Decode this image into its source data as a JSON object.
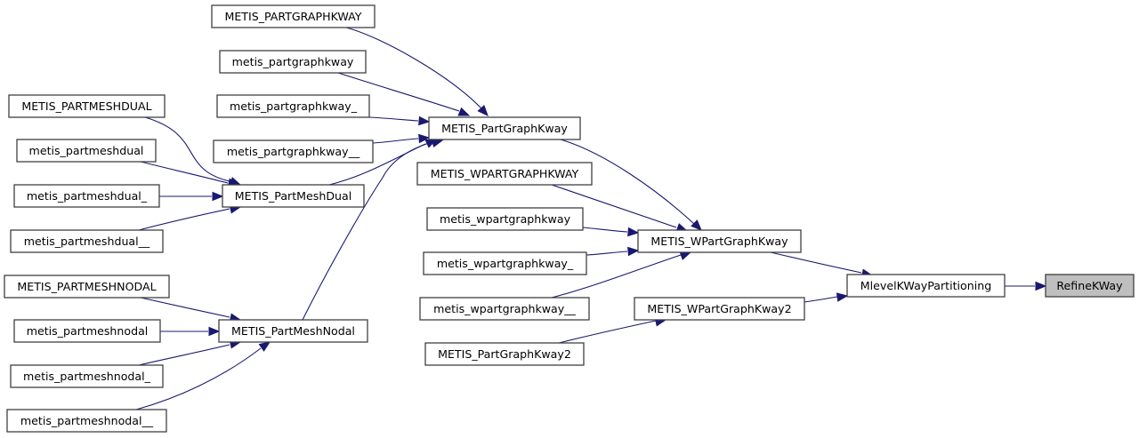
{
  "diagram": {
    "type": "caller-graph",
    "colors": {
      "edge": "#191970",
      "node_border": "#404040",
      "current_fill": "#bfbfbf",
      "node_fill": "#ffffff"
    },
    "nodes": [
      {
        "id": "METIS_PARTGRAPHKWAY",
        "label": "METIS_PARTGRAPHKWAY"
      },
      {
        "id": "metis_partgraphkway",
        "label": "metis_partgraphkway"
      },
      {
        "id": "metis_partgraphkway_",
        "label": "metis_partgraphkway_"
      },
      {
        "id": "metis_partgraphkway__",
        "label": "metis_partgraphkway__"
      },
      {
        "id": "METIS_PARTMESHDUAL",
        "label": "METIS_PARTMESHDUAL"
      },
      {
        "id": "metis_partmeshdual",
        "label": "metis_partmeshdual"
      },
      {
        "id": "metis_partmeshdual_",
        "label": "metis_partmeshdual_"
      },
      {
        "id": "metis_partmeshdual__",
        "label": "metis_partmeshdual__"
      },
      {
        "id": "METIS_PARTMESHNODAL",
        "label": "METIS_PARTMESHNODAL"
      },
      {
        "id": "metis_partmeshnodal",
        "label": "metis_partmeshnodal"
      },
      {
        "id": "metis_partmeshnodal_",
        "label": "metis_partmeshnodal_"
      },
      {
        "id": "metis_partmeshnodal__",
        "label": "metis_partmeshnodal__"
      },
      {
        "id": "METIS_PartMeshDual",
        "label": "METIS_PartMeshDual"
      },
      {
        "id": "METIS_PartMeshNodal",
        "label": "METIS_PartMeshNodal"
      },
      {
        "id": "METIS_PartGraphKway",
        "label": "METIS_PartGraphKway"
      },
      {
        "id": "METIS_WPARTGRAPHKWAY",
        "label": "METIS_WPARTGRAPHKWAY"
      },
      {
        "id": "metis_wpartgraphkway",
        "label": "metis_wpartgraphkway"
      },
      {
        "id": "metis_wpartgraphkway_",
        "label": "metis_wpartgraphkway_"
      },
      {
        "id": "metis_wpartgraphkway__",
        "label": "metis_wpartgraphkway__"
      },
      {
        "id": "METIS_PartGraphKway2",
        "label": "METIS_PartGraphKway2"
      },
      {
        "id": "METIS_WPartGraphKway",
        "label": "METIS_WPartGraphKway"
      },
      {
        "id": "METIS_WPartGraphKway2",
        "label": "METIS_WPartGraphKway2"
      },
      {
        "id": "MlevelKWayPartitioning",
        "label": "MlevelKWayPartitioning"
      },
      {
        "id": "RefineKWay",
        "label": "RefineKWay",
        "current": true
      }
    ],
    "edges": [
      {
        "from": "METIS_PARTGRAPHKWAY",
        "to": "METIS_PartGraphKway"
      },
      {
        "from": "metis_partgraphkway",
        "to": "METIS_PartGraphKway"
      },
      {
        "from": "metis_partgraphkway_",
        "to": "METIS_PartGraphKway"
      },
      {
        "from": "metis_partgraphkway__",
        "to": "METIS_PartGraphKway"
      },
      {
        "from": "METIS_PartMeshDual",
        "to": "METIS_PartGraphKway"
      },
      {
        "from": "METIS_PartMeshNodal",
        "to": "METIS_PartGraphKway"
      },
      {
        "from": "METIS_PARTMESHDUAL",
        "to": "METIS_PartMeshDual"
      },
      {
        "from": "metis_partmeshdual",
        "to": "METIS_PartMeshDual"
      },
      {
        "from": "metis_partmeshdual_",
        "to": "METIS_PartMeshDual"
      },
      {
        "from": "metis_partmeshdual__",
        "to": "METIS_PartMeshDual"
      },
      {
        "from": "METIS_PARTMESHNODAL",
        "to": "METIS_PartMeshNodal"
      },
      {
        "from": "metis_partmeshnodal",
        "to": "METIS_PartMeshNodal"
      },
      {
        "from": "metis_partmeshnodal_",
        "to": "METIS_PartMeshNodal"
      },
      {
        "from": "metis_partmeshnodal__",
        "to": "METIS_PartMeshNodal"
      },
      {
        "from": "METIS_PartGraphKway",
        "to": "METIS_WPartGraphKway"
      },
      {
        "from": "METIS_WPARTGRAPHKWAY",
        "to": "METIS_WPartGraphKway"
      },
      {
        "from": "metis_wpartgraphkway",
        "to": "METIS_WPartGraphKway"
      },
      {
        "from": "metis_wpartgraphkway_",
        "to": "METIS_WPartGraphKway"
      },
      {
        "from": "metis_wpartgraphkway__",
        "to": "METIS_WPartGraphKway"
      },
      {
        "from": "METIS_PartGraphKway2",
        "to": "METIS_WPartGraphKway2"
      },
      {
        "from": "METIS_WPartGraphKway",
        "to": "MlevelKWayPartitioning"
      },
      {
        "from": "METIS_WPartGraphKway2",
        "to": "MlevelKWayPartitioning"
      },
      {
        "from": "MlevelKWayPartitioning",
        "to": "RefineKWay"
      }
    ]
  }
}
